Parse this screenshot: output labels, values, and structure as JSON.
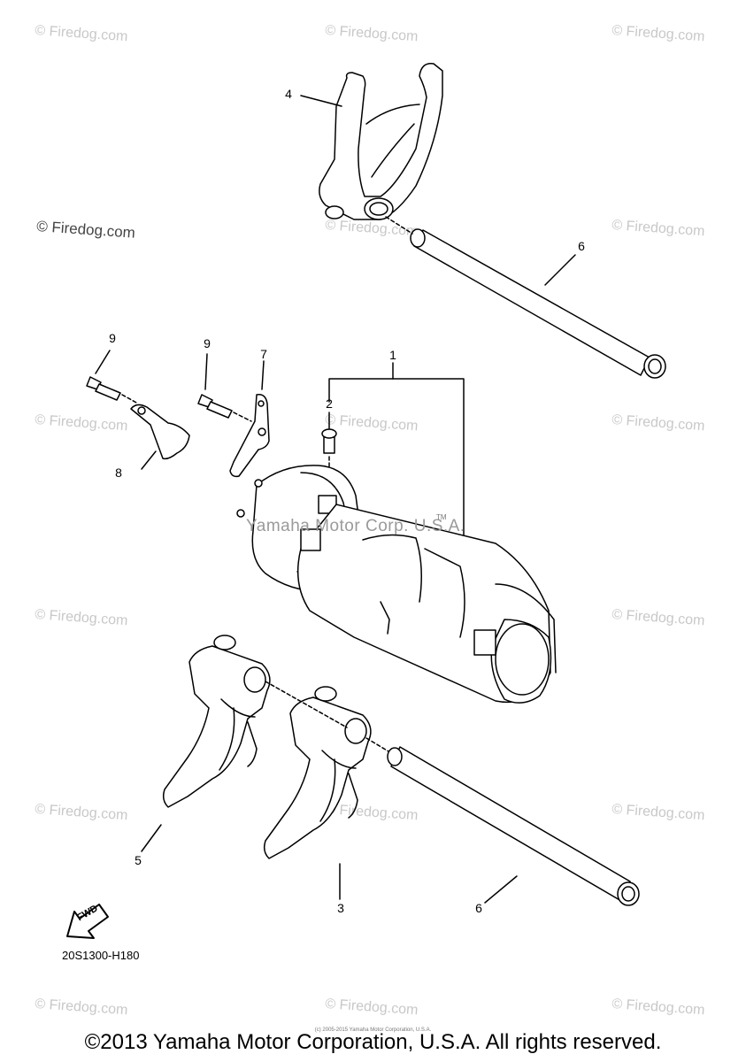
{
  "watermark_text": "© Firedog.com",
  "watermark_strong_text": "© Firedog.com",
  "manufacturer_watermark": "Yamaha Motor Corp. U.S.A.",
  "trademark_mark": "TM",
  "callouts": {
    "c1": "1",
    "c2": "2",
    "c3": "3",
    "c4": "4",
    "c5": "5",
    "c6a": "6",
    "c6b": "6",
    "c7": "7",
    "c8": "8",
    "c9a": "9",
    "c9b": "9"
  },
  "direction_label": "FWD",
  "part_number": "20S1300-H180",
  "small_copyright": "(c) 2005-2015 Yamaha Motor Corporation, U.S.A.",
  "copyright": "©2013 Yamaha Motor Corporation, U.S.A. All rights reserved."
}
